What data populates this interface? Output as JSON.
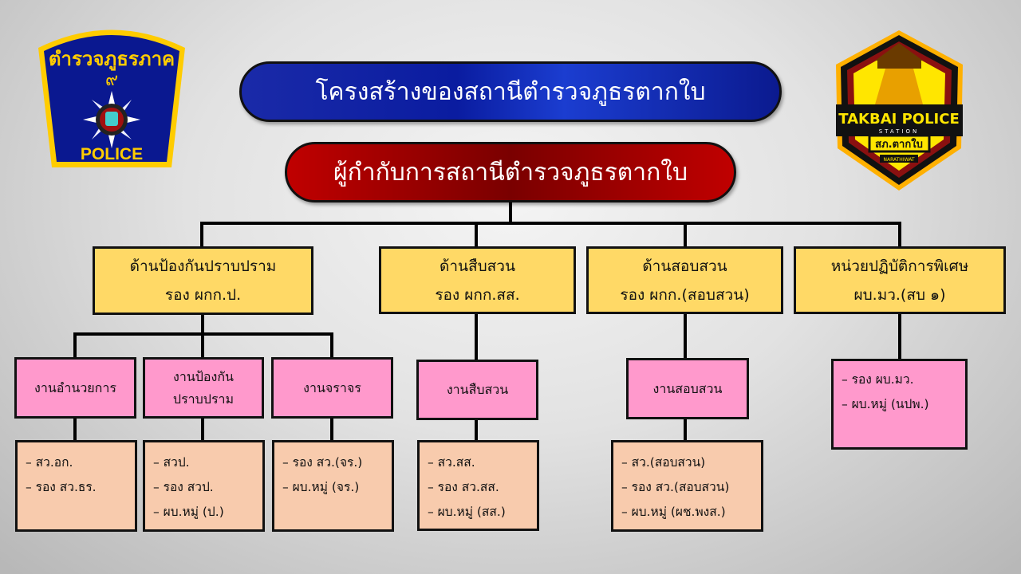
{
  "title": "โครงสร้างของสถานีตำรวจภูธรตากใบ",
  "head": "ผู้กำกับการสถานีตำรวจภูธรตากใบ",
  "logos": {
    "left": {
      "top_text": "ตำรวจภูธรภาค",
      "number": "๙",
      "bottom_text": "POLICE"
    },
    "right": {
      "line1": "TAKBAI POLICE",
      "line2": "STATION",
      "line3": "สภ.ตากใบ",
      "line4": "NARATHIWAT"
    }
  },
  "divisions": [
    {
      "name": "ด้านป้องกันปราบปราม",
      "head": "รอง ผกก.ป."
    },
    {
      "name": "ด้านสืบสวน",
      "head": "รอง ผกก.สส."
    },
    {
      "name": "ด้านสอบสวน",
      "head": "รอง ผกก.(สอบสวน)"
    },
    {
      "name": "หน่วยปฏิบัติการพิเศษ",
      "head": "ผบ.มว.(สบ ๑)"
    }
  ],
  "units": [
    {
      "name": "งานอำนวยการ",
      "staff": [
        "– สว.อก.",
        "– รอง สว.ธร."
      ]
    },
    {
      "name1": "งานป้องกัน",
      "name2": "ปราบปราม",
      "staff": [
        "– สวป.",
        "– รอง สวป.",
        "– ผบ.หมู่ (ป.)"
      ]
    },
    {
      "name": "งานจราจร",
      "staff": [
        "– รอง สว.(จร.)",
        "– ผบ.หมู่ (จร.)"
      ]
    },
    {
      "name": "งานสืบสวน",
      "staff": [
        "– สว.สส.",
        "– รอง สว.สส.",
        "– ผบ.หมู่ (สส.)"
      ]
    },
    {
      "name": "งานสอบสวน",
      "staff": [
        "– สว.(สอบสวน)",
        "– รอง สว.(สอบสวน)",
        "– ผบ.หมู่ (ผช.พงส.)"
      ]
    },
    {
      "staff": [
        "– รอง ผบ.มว.",
        "– ผบ.หมู่ (นปพ.)"
      ]
    }
  ]
}
